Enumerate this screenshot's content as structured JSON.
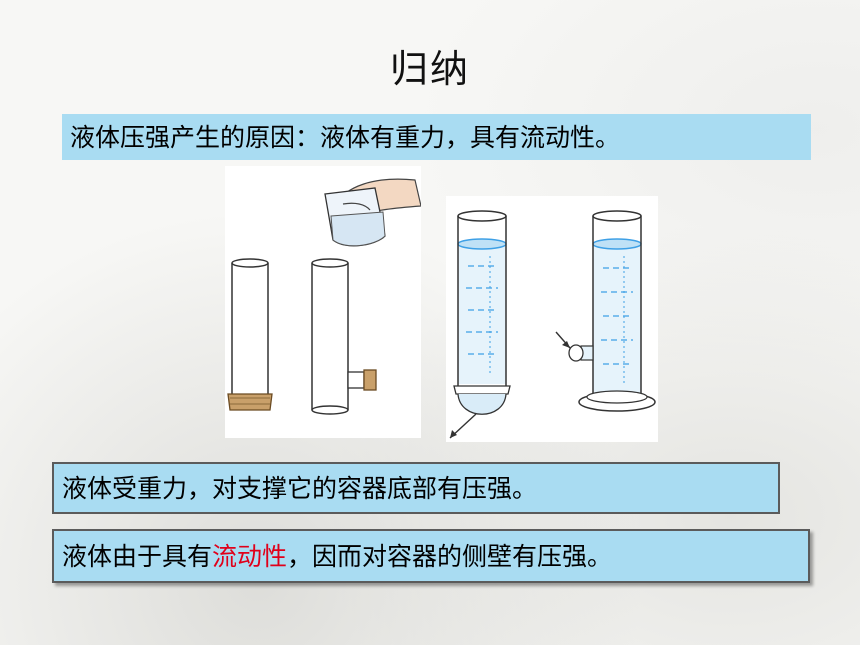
{
  "slide": {
    "title": "归纳",
    "summary": "液体压强产生的原因：液体有重力，具有流动性。",
    "bottom_statement": "液体受重力，对支撑它的容器底部有压强。",
    "side_statement": {
      "prefix": "液体由于具有",
      "highlight": "流动性",
      "suffix": "，因而对容器的侧壁有压强。"
    }
  },
  "colors": {
    "box_fill": "#a9dcf2",
    "highlight": "#e0001a",
    "water": "#3ea0e6"
  }
}
